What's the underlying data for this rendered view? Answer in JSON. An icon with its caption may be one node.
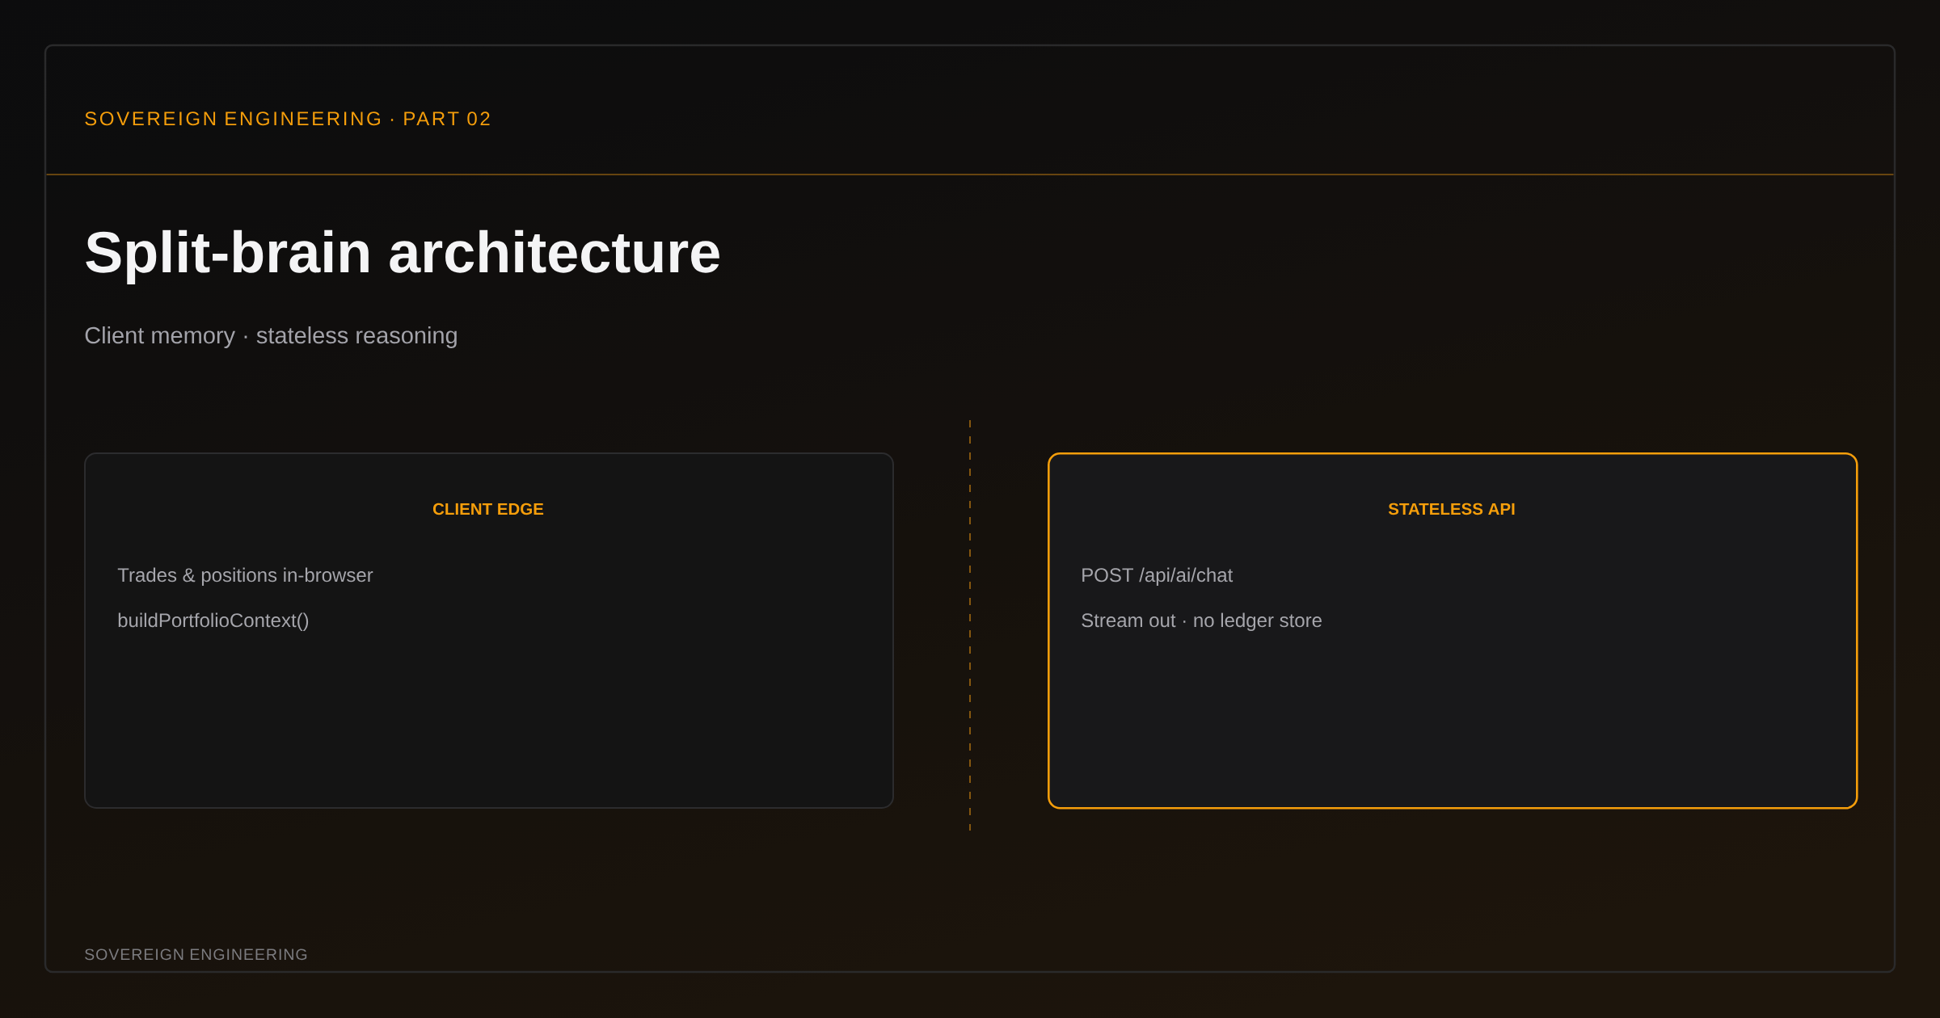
{
  "diagram": {
    "title": "Split-brain architecture",
    "nodes": [
      {
        "text": [
          "CLIENT EDGE",
          "Trades & positions in-browser",
          "buildPortfolioContext()"
        ]
      },
      {
        "text": [
          "STATELESS API",
          "POST /api/ai/chat",
          "Stream out · no ledger store"
        ]
      }
    ],
    "labels": [
      "SOVEREIGN ENGINEERING · PART 02",
      "Client memory · stateless reasoning",
      "SOVEREIGN ENGINEERING"
    ]
  }
}
